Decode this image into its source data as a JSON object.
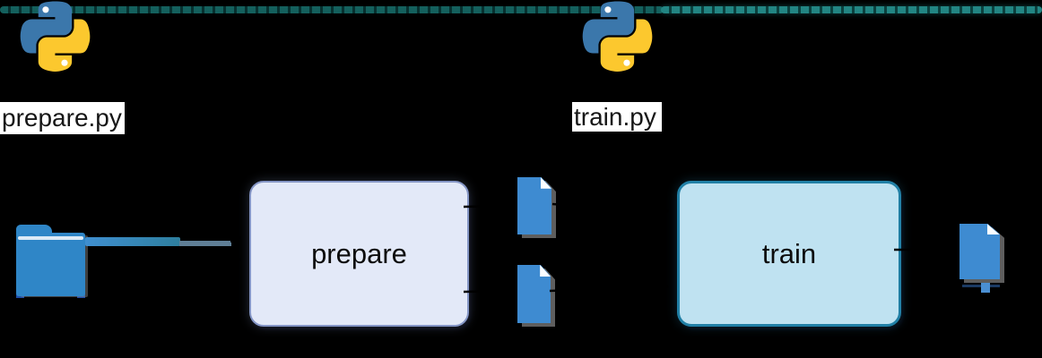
{
  "diagram": {
    "background": "#000000",
    "timeline": {
      "left_color": "#14605d",
      "right_color": "#228583",
      "style": "dashed"
    },
    "scripts": {
      "prepare": {
        "label": "prepare.py",
        "icon": "python-icon"
      },
      "train": {
        "label": "train.py",
        "icon": "python-icon"
      }
    },
    "stages": {
      "prepare": {
        "label": "prepare",
        "fill": "#e3e9f8",
        "border": "#8495c5"
      },
      "train": {
        "label": "train",
        "fill": "#bfe2f1",
        "border": "#2180a6"
      }
    },
    "icons": {
      "python_blue": "#3b77ab",
      "python_yellow": "#fcc82e",
      "folder_blue": "#2f86c7",
      "file_blue": "#3e8bd1"
    },
    "nodes": [
      "data-folder",
      "prepare",
      "file-1",
      "file-2",
      "train",
      "model-file"
    ],
    "edges": [
      {
        "from": "data-folder",
        "to": "prepare"
      },
      {
        "from": "prepare",
        "to": "file-1"
      },
      {
        "from": "prepare",
        "to": "file-2"
      },
      {
        "from": "file-1",
        "to": "train"
      },
      {
        "from": "file-2",
        "to": "train"
      },
      {
        "from": "train",
        "to": "model-file"
      }
    ]
  }
}
